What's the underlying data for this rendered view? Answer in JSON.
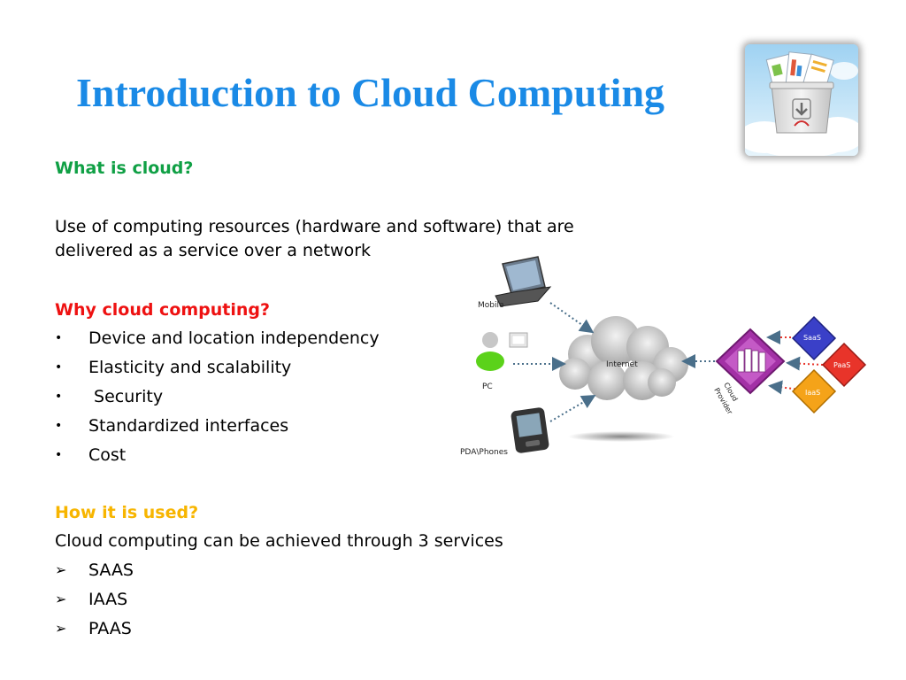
{
  "slide": {
    "title": "Introduction to Cloud Computing"
  },
  "sections": {
    "what_heading": "What is cloud?",
    "definition_line1": "Use of computing  resources (hardware and software) that are",
    "definition_line2": "delivered as a service over a network",
    "why_heading": "Why cloud computing?",
    "why_bullets": [
      "Device and location independency",
      "Elasticity and scalability",
      " Security",
      "Standardized interfaces",
      "Cost"
    ],
    "how_heading": "How it is used?",
    "how_intro": "Cloud computing can be achieved through 3 services",
    "how_items": [
      "SAAS",
      "IAAS",
      "PAAS"
    ],
    "bullet_symbol": "•",
    "arrow_symbol": "➢"
  },
  "diagram": {
    "labels": {
      "mobile": "Mobile",
      "pc": "PC",
      "pda": "PDA\\Phones",
      "internet": "Internet",
      "cloud_provider_1": "Cloud",
      "cloud_provider_2": "Provider",
      "saas": "SaaS",
      "paas": "PaaS",
      "iaas": "IaaS"
    },
    "colors": {
      "saas": "#3a40c8",
      "paas": "#e8342a",
      "iaas": "#f5a319",
      "provider": "#a331a6",
      "arrow": "#4a6f8a"
    }
  },
  "colors": {
    "title": "#1a8ae6",
    "green_heading": "#10a045",
    "red_heading": "#ee1111",
    "gold_heading": "#f7b500"
  },
  "icons": {
    "thumbnail": "cloud-download-icon"
  }
}
